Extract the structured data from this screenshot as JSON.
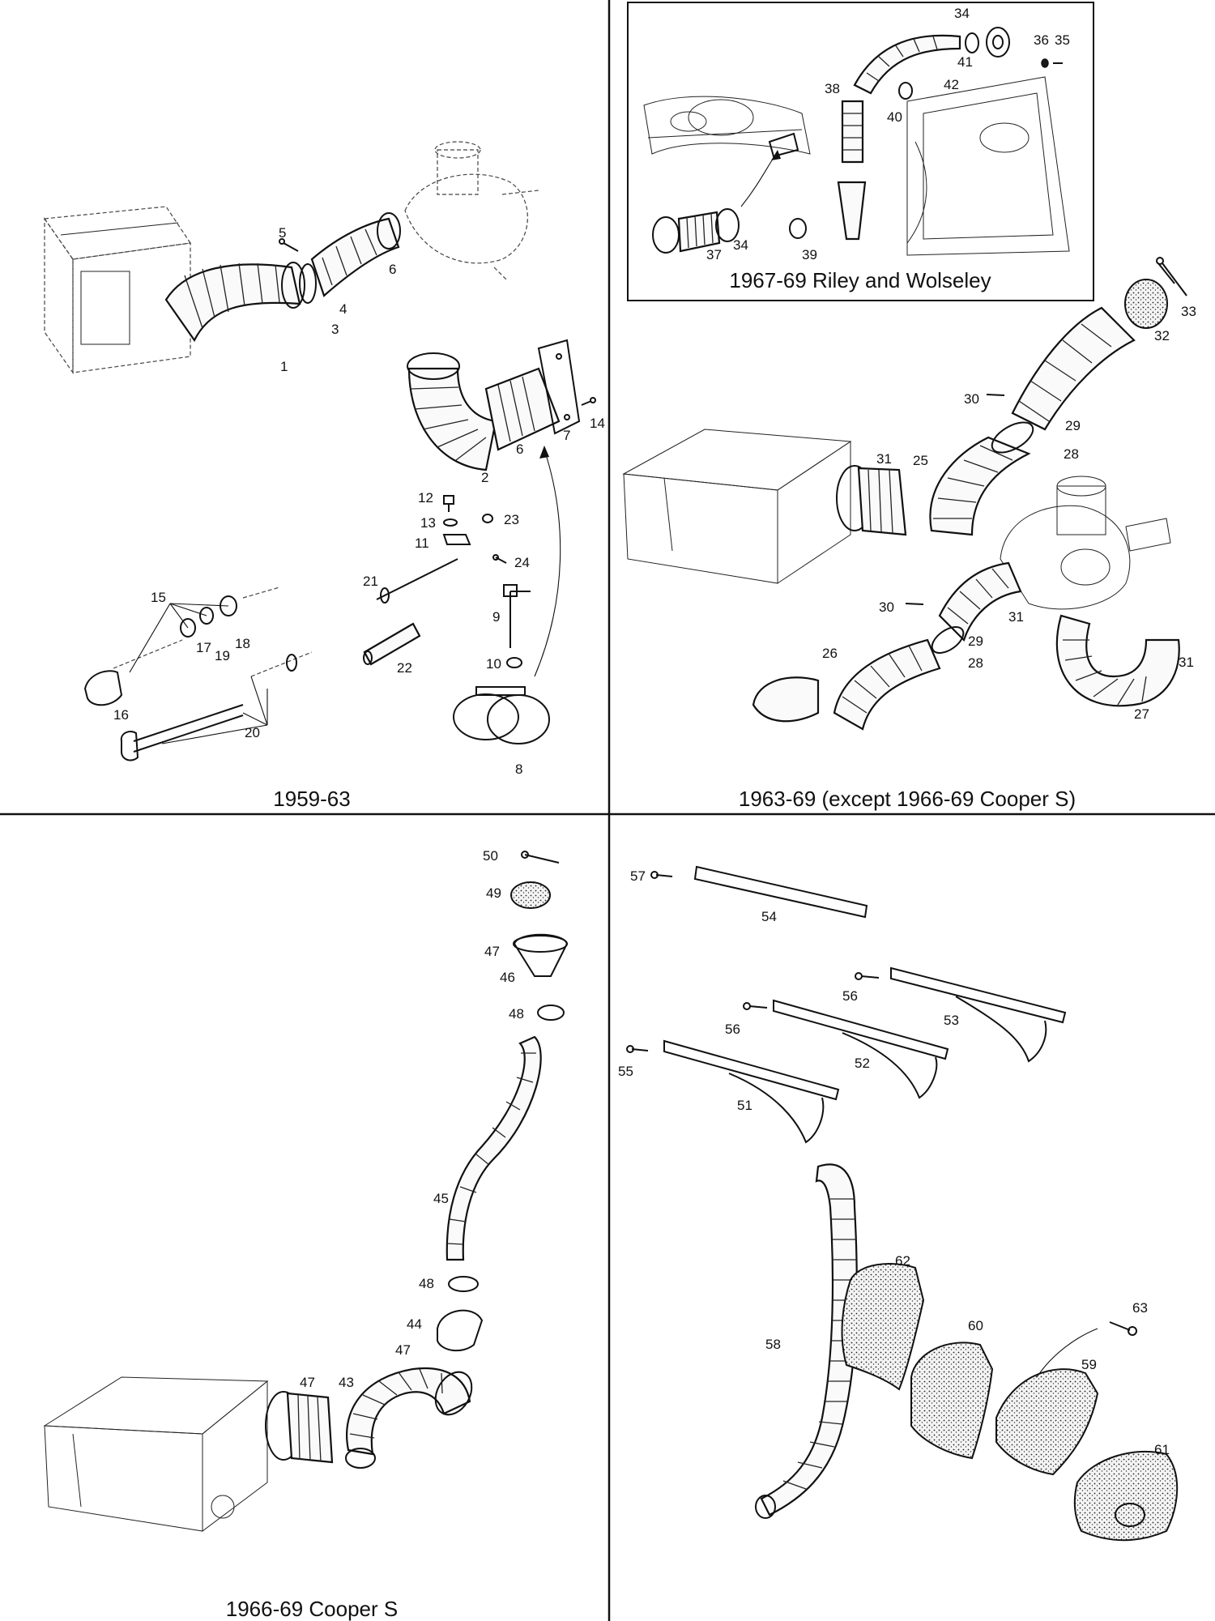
{
  "captions": {
    "riley_wolseley": "1967-69 Riley and Wolseley",
    "early": "1959-63",
    "mid": "1963-69 (except 1966-69 Cooper S)",
    "cooper_s": "1966-69 Cooper S"
  },
  "callouts": [
    "1",
    "2",
    "3",
    "4",
    "5",
    "6",
    "6",
    "7",
    "8",
    "9",
    "10",
    "11",
    "12",
    "13",
    "14",
    "15",
    "16",
    "17",
    "18",
    "19",
    "20",
    "21",
    "22",
    "23",
    "24",
    "25",
    "26",
    "27",
    "28",
    "28",
    "29",
    "29",
    "30",
    "30",
    "31",
    "31",
    "31",
    "32",
    "33",
    "34",
    "34",
    "35",
    "36",
    "37",
    "38",
    "39",
    "40",
    "41",
    "42",
    "43",
    "44",
    "45",
    "46",
    "47",
    "47",
    "47",
    "48",
    "48",
    "49",
    "50",
    "51",
    "52",
    "53",
    "54",
    "55",
    "56",
    "56",
    "57",
    "58",
    "59",
    "60",
    "61",
    "62",
    "63"
  ]
}
